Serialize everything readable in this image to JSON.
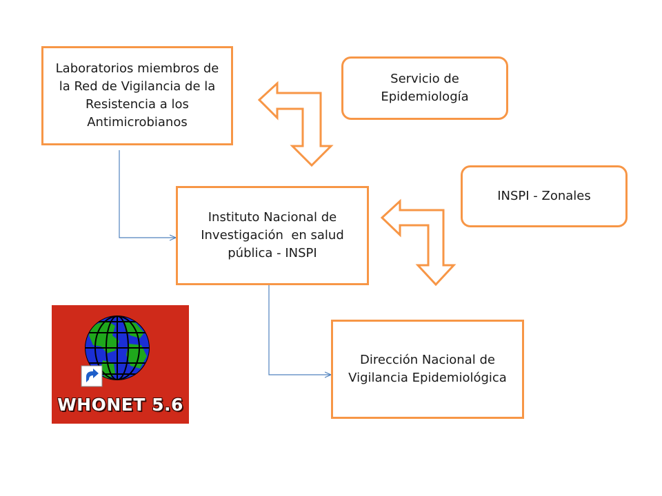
{
  "nodes": {
    "laboratorios": [
      "Laboratorios miembros de",
      "la Red de Vigilancia de la",
      "Resistencia a los",
      "Antimicrobianos"
    ],
    "epidemiologia": [
      "Servicio de",
      "Epidemiología"
    ],
    "inspi": [
      "Instituto Nacional de",
      "Investigación  en salud",
      "pública - INSPI"
    ],
    "zonales": [
      "INSPI - Zonales"
    ],
    "direccion": [
      "Dirección Nacional de",
      "Vigilancia Epidemiológica"
    ]
  },
  "logo": {
    "label": "WHONET 5.6",
    "background_color": "#cf2a1a",
    "globe_land_color": "#1fa81c",
    "globe_ocean_color": "#1b2fd6",
    "icon": "globe-icon",
    "overlay_icon": "shortcut-arrow-icon"
  },
  "colors": {
    "box_border": "#f79646",
    "block_arrow": "#f79646",
    "connector": "#4f81bd"
  }
}
